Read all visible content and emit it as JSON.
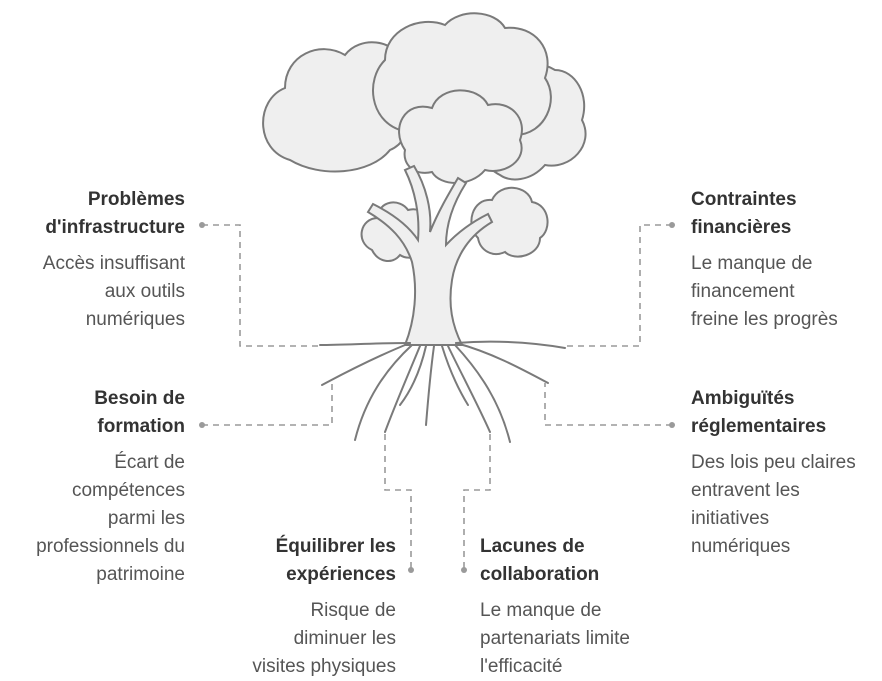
{
  "colors": {
    "tree_fill": "#efefef",
    "tree_stroke": "#7a7a7a",
    "connector": "#9a9a9a",
    "title_text": "#333333",
    "body_text": "#555555"
  },
  "items": [
    {
      "title": "Problèmes\nd'infrastructure",
      "description": "Accès insuffisant\naux outils\nnumériques"
    },
    {
      "title": "Contraintes\nfinancières",
      "description": "Le manque de\nfinancement\nfreine les progrès"
    },
    {
      "title": "Besoin de\nformation",
      "description": "Écart de\ncompétences\nparmi les\nprofessionnels du\npatrimoine"
    },
    {
      "title": "Ambiguïtés\nréglementaires",
      "description": "Des lois peu claires\nentravent les\ninitiatives\nnumériques"
    },
    {
      "title": "Équilibrer les\nexpériences",
      "description": "Risque de\ndiminuer les\nvisites physiques"
    },
    {
      "title": "Lacunes de\ncollaboration",
      "description": "Le manque de\npartenariats limite\nl'efficacité"
    }
  ]
}
